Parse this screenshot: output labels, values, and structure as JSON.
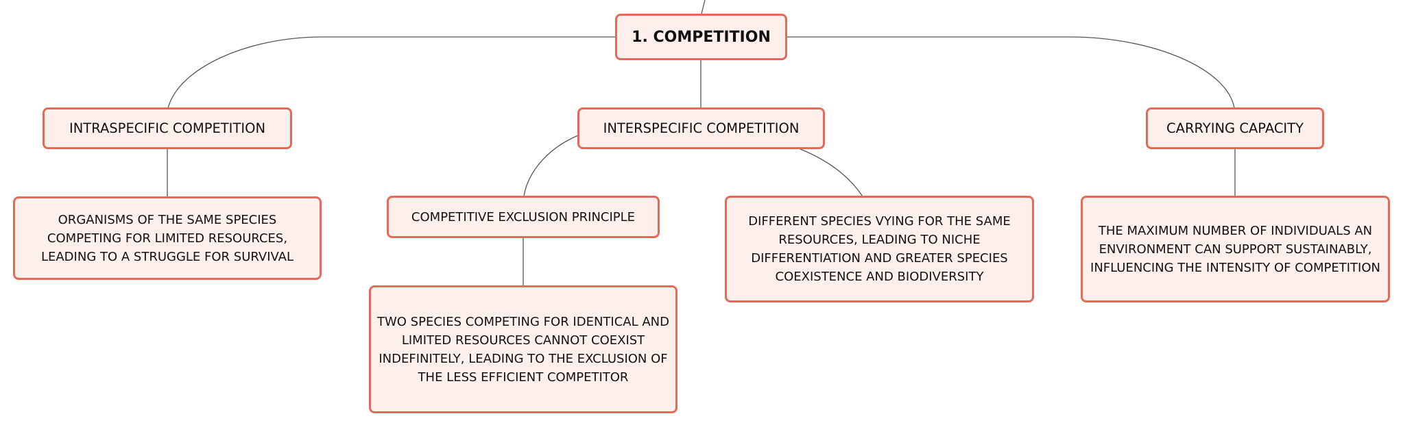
{
  "diagram": {
    "root": {
      "label": "1. COMPETITION"
    },
    "intraspecific": {
      "label": "INTRASPECIFIC COMPETITION",
      "description": "ORGANISMS OF THE SAME SPECIES COMPETING FOR LIMITED RESOURCES, LEADING TO A STRUGGLE FOR SURVIVAL"
    },
    "interspecific": {
      "label": "INTERSPECIFIC COMPETITION",
      "description": "DIFFERENT SPECIES VYING FOR THE SAME RESOURCES, LEADING TO NICHE DIFFERENTIATION AND GREATER SPECIES COEXISTENCE AND BIODIVERSITY",
      "exclusion_principle": {
        "label": "COMPETITIVE EXCLUSION PRINCIPLE",
        "description": "TWO SPECIES COMPETING FOR IDENTICAL AND LIMITED RESOURCES CANNOT COEXIST INDEFINITELY, LEADING TO THE EXCLUSION OF THE LESS EFFICIENT COMPETITOR"
      }
    },
    "carrying_capacity": {
      "label": "CARRYING CAPACITY",
      "description": "THE MAXIMUM NUMBER OF INDIVIDUALS AN ENVIRONMENT CAN SUPPORT SUSTAINABLY, INFLUENCING THE INTENSITY OF COMPETITION"
    }
  },
  "colors": {
    "node_fill": "#fdf0ec",
    "node_border": "#e46a58",
    "connector": "#555555",
    "text": "#111111"
  }
}
